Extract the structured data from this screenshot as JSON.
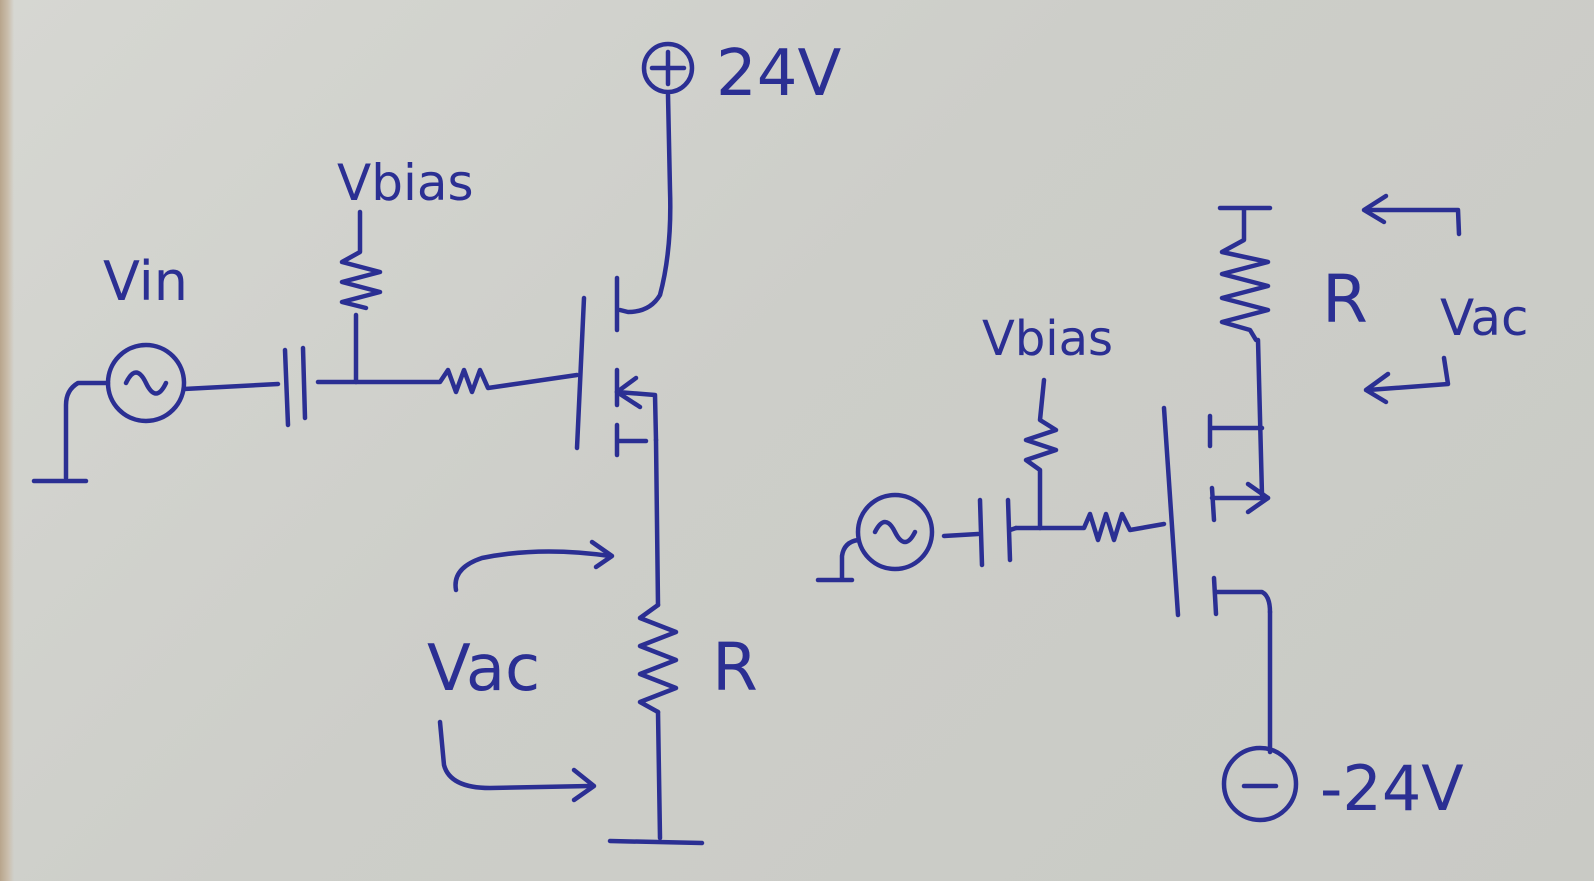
{
  "left_circuit": {
    "supply_label": "24V",
    "input_label": "Vin",
    "bias_label": "Vbias",
    "output_label": "Vac",
    "resistor_label": "R"
  },
  "right_circuit": {
    "supply_label": "-24V",
    "bias_label": "Vbias",
    "output_label": "Vac",
    "resistor_label": "R"
  },
  "colors": {
    "ink": "#2b2f93",
    "paper": "#d2d3ce"
  }
}
